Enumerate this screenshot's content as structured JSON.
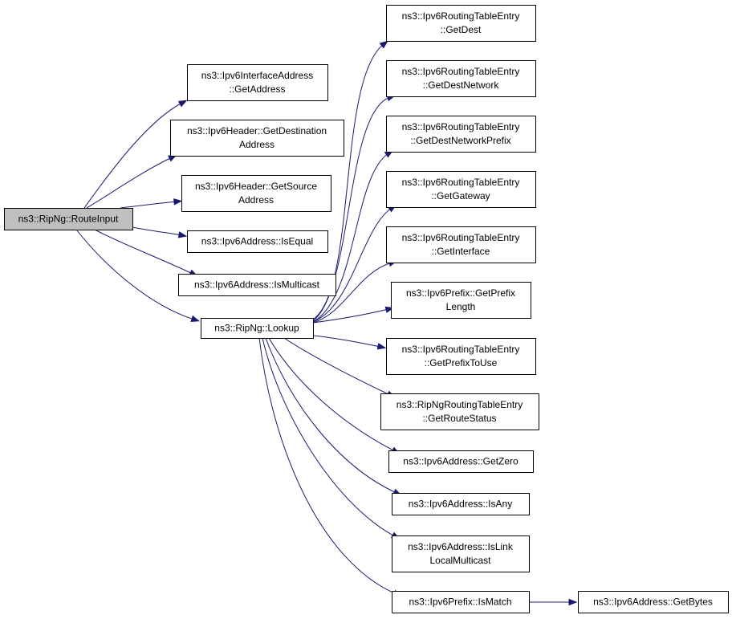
{
  "nodes": {
    "route_input": {
      "lines": [
        "ns3::RipNg::RouteInput"
      ],
      "root": true
    },
    "get_address": {
      "lines": [
        "ns3::Ipv6InterfaceAddress",
        "::GetAddress"
      ]
    },
    "get_destination": {
      "lines": [
        "ns3::Ipv6Header::GetDestination",
        "Address"
      ]
    },
    "get_source": {
      "lines": [
        "ns3::Ipv6Header::GetSource",
        "Address"
      ]
    },
    "is_equal": {
      "lines": [
        "ns3::Ipv6Address::IsEqual"
      ]
    },
    "is_multicast": {
      "lines": [
        "ns3::Ipv6Address::IsMulticast"
      ]
    },
    "lookup": {
      "lines": [
        "ns3::RipNg::Lookup"
      ]
    },
    "get_dest": {
      "lines": [
        "ns3::Ipv6RoutingTableEntry",
        "::GetDest"
      ]
    },
    "get_dest_network": {
      "lines": [
        "ns3::Ipv6RoutingTableEntry",
        "::GetDestNetwork"
      ]
    },
    "get_dest_network_prefix": {
      "lines": [
        "ns3::Ipv6RoutingTableEntry",
        "::GetDestNetworkPrefix"
      ]
    },
    "get_gateway": {
      "lines": [
        "ns3::Ipv6RoutingTableEntry",
        "::GetGateway"
      ]
    },
    "get_interface": {
      "lines": [
        "ns3::Ipv6RoutingTableEntry",
        "::GetInterface"
      ]
    },
    "get_prefix_length": {
      "lines": [
        "ns3::Ipv6Prefix::GetPrefix",
        "Length"
      ]
    },
    "get_prefix_to_use": {
      "lines": [
        "ns3::Ipv6RoutingTableEntry",
        "::GetPrefixToUse"
      ]
    },
    "get_route_status": {
      "lines": [
        "ns3::RipNgRoutingTableEntry",
        "::GetRouteStatus"
      ]
    },
    "get_zero": {
      "lines": [
        "ns3::Ipv6Address::GetZero"
      ]
    },
    "is_any": {
      "lines": [
        "ns3::Ipv6Address::IsAny"
      ]
    },
    "is_link_local_multicast": {
      "lines": [
        "ns3::Ipv6Address::IsLink",
        "LocalMulticast"
      ]
    },
    "is_match": {
      "lines": [
        "ns3::Ipv6Prefix::IsMatch"
      ]
    },
    "get_bytes": {
      "lines": [
        "ns3::Ipv6Address::GetBytes"
      ]
    }
  },
  "edges": [
    [
      "route_input",
      "get_address"
    ],
    [
      "route_input",
      "get_destination"
    ],
    [
      "route_input",
      "get_source"
    ],
    [
      "route_input",
      "is_equal"
    ],
    [
      "route_input",
      "is_multicast"
    ],
    [
      "route_input",
      "lookup"
    ],
    [
      "lookup",
      "get_dest"
    ],
    [
      "lookup",
      "get_dest_network"
    ],
    [
      "lookup",
      "get_dest_network_prefix"
    ],
    [
      "lookup",
      "get_gateway"
    ],
    [
      "lookup",
      "get_interface"
    ],
    [
      "lookup",
      "get_prefix_length"
    ],
    [
      "lookup",
      "get_prefix_to_use"
    ],
    [
      "lookup",
      "get_route_status"
    ],
    [
      "lookup",
      "get_zero"
    ],
    [
      "lookup",
      "is_any"
    ],
    [
      "lookup",
      "is_link_local_multicast"
    ],
    [
      "lookup",
      "is_match"
    ],
    [
      "is_match",
      "get_bytes"
    ]
  ]
}
